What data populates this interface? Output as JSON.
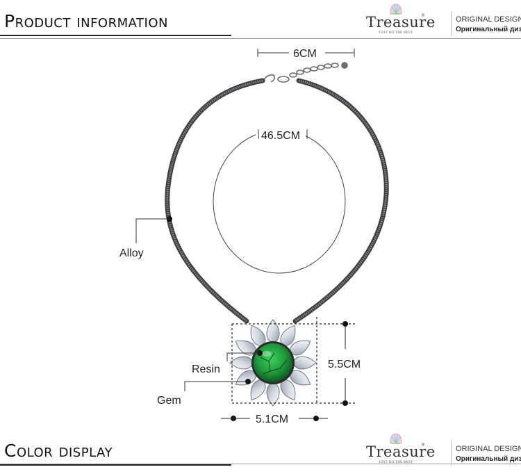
{
  "sections": {
    "product_info_title": "Product information",
    "color_display_title": "Color display"
  },
  "brand": {
    "name": "Treasure",
    "tagline": "JUST DO THE BEST",
    "reg_mark": "®",
    "slogan_en": "ORIGINAL DESIGN",
    "slogan_ru": "Оригинальный дизайн"
  },
  "product": {
    "extender_length": "6CM",
    "chain_length": "46.5CM",
    "pendant_height": "5.5CM",
    "pendant_width": "5.1CM",
    "material_chain": "Alloy",
    "material_stone": "Resin",
    "material_petals": "Gem"
  },
  "colors": {
    "chain": "#5a5a5e",
    "stone": "#1f9a3a",
    "petals": "#e6eaf0",
    "accent_line": "#222222"
  },
  "icons": {
    "logo": "shell-logo-icon"
  }
}
